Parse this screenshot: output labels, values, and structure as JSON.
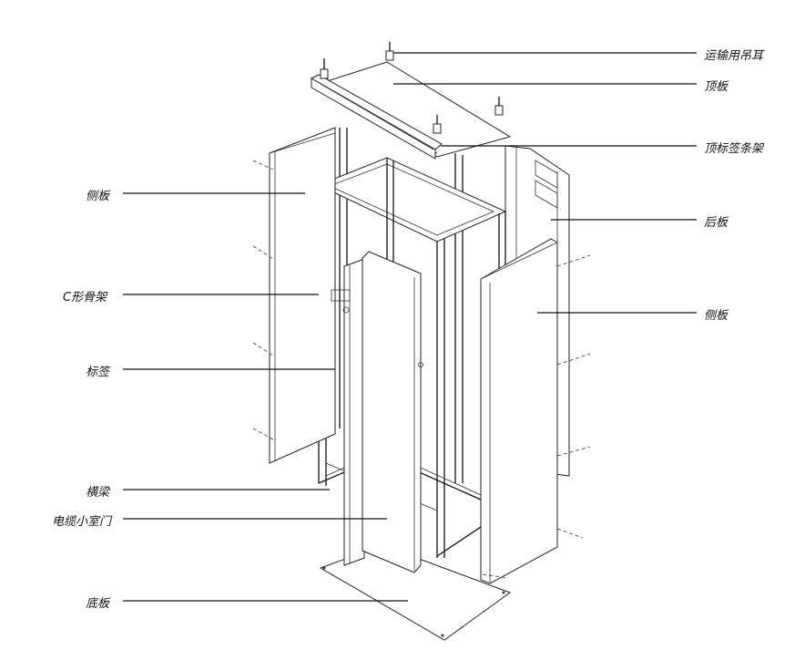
{
  "labels": {
    "transport_lug": "运输用吊耳",
    "top_panel": "顶板",
    "top_label_bracket": "顶标签条架",
    "rear_panel": "后板",
    "side_panel_right": "侧板",
    "side_panel_left": "侧板",
    "c_frame": "C形骨架",
    "label": "标签",
    "crossbeam": "横梁",
    "cable_door": "电缆小室门",
    "bottom_panel": "底板"
  }
}
